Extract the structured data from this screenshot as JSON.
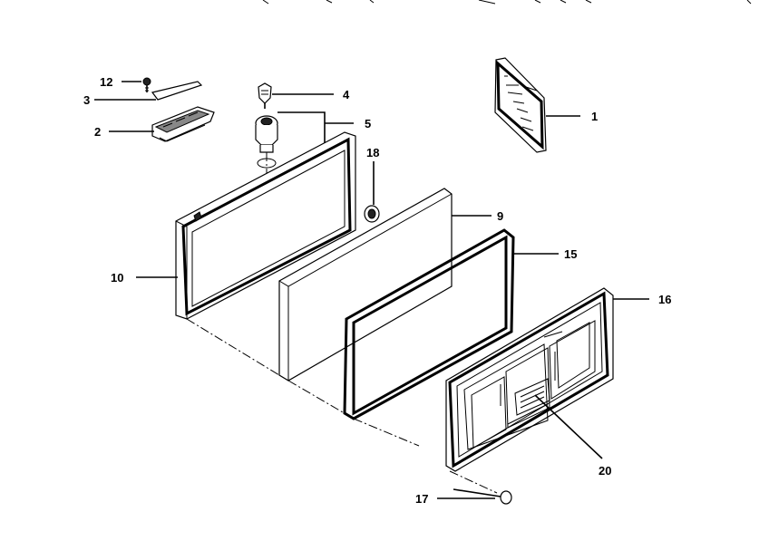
{
  "callouts": {
    "c1": "1",
    "c2": "2",
    "c3": "3",
    "c4": "4",
    "c5": "5",
    "c9": "9",
    "c10": "10",
    "c12": "12",
    "c15": "15",
    "c16": "16",
    "c17": "17",
    "c18": "18",
    "c20": "20"
  }
}
